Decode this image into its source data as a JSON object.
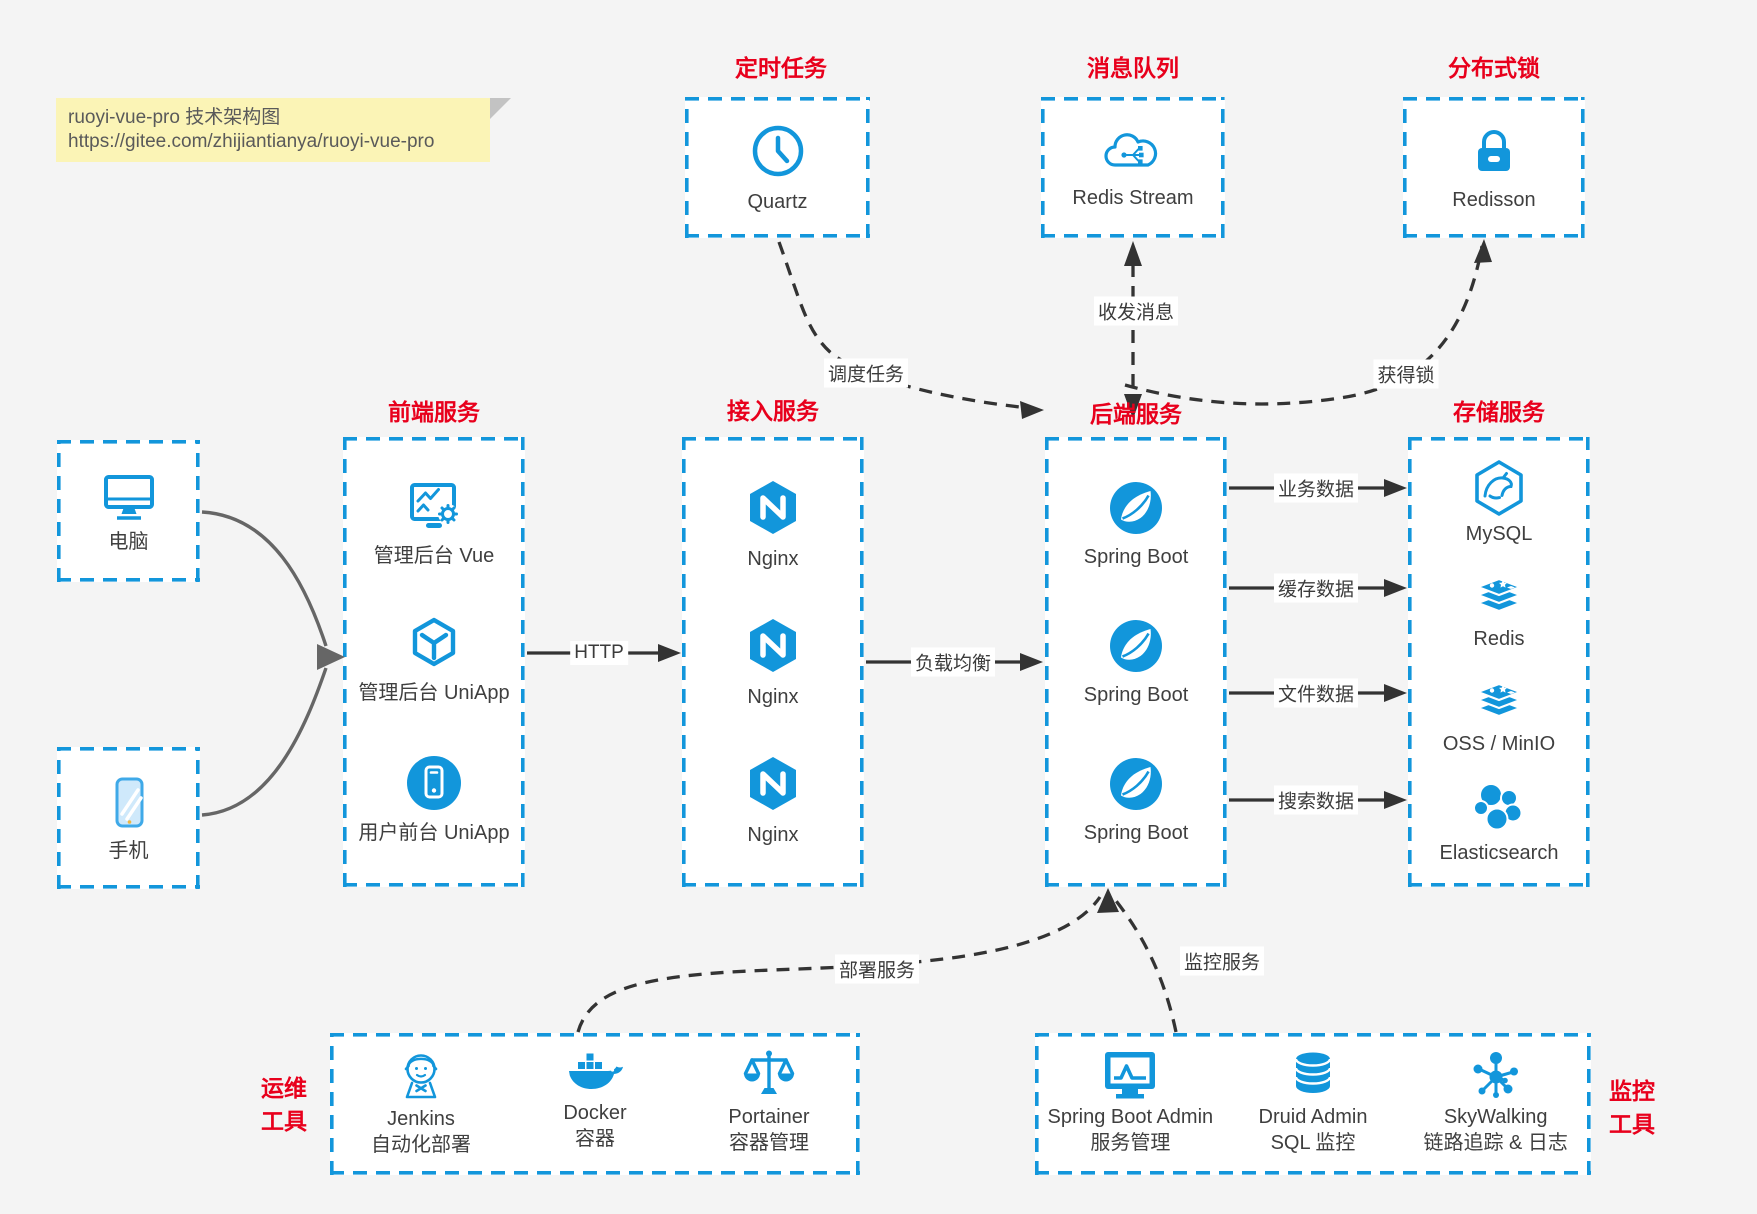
{
  "note": {
    "line1": "ruoyi-vue-pro 技术架构图",
    "line2": "https://gitee.com/zhijiantianya/ruoyi-vue-pro"
  },
  "colors": {
    "accent_blue": "#1296db",
    "title_red": "#e8001c",
    "arrow_dark": "#333333",
    "client_curve_gray": "#666666",
    "note_bg": "#fbf4b6",
    "page_bg": "#f4f4f4"
  },
  "top_services": [
    {
      "title": "定时任务",
      "label": "Quartz",
      "icon": "clock-icon"
    },
    {
      "title": "消息队列",
      "label": "Redis Stream",
      "icon": "cloud-mq-icon"
    },
    {
      "title": "分布式锁",
      "label": "Redisson",
      "icon": "lock-icon"
    }
  ],
  "clients": [
    {
      "label": "电脑",
      "icon": "desktop-icon"
    },
    {
      "label": "手机",
      "icon": "smartphone-icon"
    }
  ],
  "columns": {
    "frontend": {
      "title": "前端服务",
      "items": [
        {
          "label": "管理后台 Vue",
          "icon": "admin-vue-icon"
        },
        {
          "label": "管理后台 UniApp",
          "icon": "uniapp-cube-icon"
        },
        {
          "label": "用户前台 UniApp",
          "icon": "user-uniapp-icon"
        }
      ]
    },
    "gateway": {
      "title": "接入服务",
      "items": [
        {
          "label": "Nginx",
          "icon": "nginx-icon"
        },
        {
          "label": "Nginx",
          "icon": "nginx-icon"
        },
        {
          "label": "Nginx",
          "icon": "nginx-icon"
        }
      ]
    },
    "backend": {
      "title": "后端服务",
      "items": [
        {
          "label": "Spring Boot",
          "icon": "spring-boot-icon"
        },
        {
          "label": "Spring Boot",
          "icon": "spring-boot-icon"
        },
        {
          "label": "Spring Boot",
          "icon": "spring-boot-icon"
        }
      ]
    },
    "storage": {
      "title": "存储服务",
      "items": [
        {
          "label": "MySQL",
          "icon": "mysql-icon"
        },
        {
          "label": "Redis",
          "icon": "redis-icon"
        },
        {
          "label": "OSS / MinIO",
          "icon": "oss-minio-icon"
        },
        {
          "label": "Elasticsearch",
          "icon": "elasticsearch-icon"
        }
      ]
    }
  },
  "bottom_sections": {
    "ops": {
      "side_title_line1": "运维",
      "side_title_line2": "工具",
      "items": [
        {
          "label": "Jenkins",
          "sub": "自动化部署",
          "icon": "jenkins-icon"
        },
        {
          "label": "Docker",
          "sub": "容器",
          "icon": "docker-icon"
        },
        {
          "label": "Portainer",
          "sub": "容器管理",
          "icon": "portainer-icon"
        }
      ]
    },
    "monitoring": {
      "side_title_line1": "监控",
      "side_title_line2": "工具",
      "items": [
        {
          "label": "Spring Boot Admin",
          "sub": "服务管理",
          "icon": "spring-boot-admin-icon"
        },
        {
          "label": "Druid Admin",
          "sub": "SQL 监控",
          "icon": "druid-icon"
        },
        {
          "label": "SkyWalking",
          "sub": "链路追踪 & 日志",
          "icon": "skywalking-icon"
        }
      ]
    }
  },
  "edge_labels": {
    "http": "HTTP",
    "load_balance": "负载均衡",
    "schedule": "调度任务",
    "message": "收发消息",
    "lock": "获得锁",
    "business": "业务数据",
    "cache": "缓存数据",
    "file": "文件数据",
    "search": "搜索数据",
    "deploy": "部署服务",
    "monitor": "监控服务"
  }
}
